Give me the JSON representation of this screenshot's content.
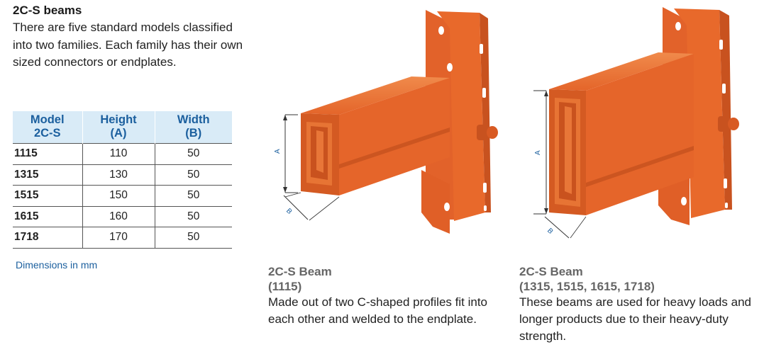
{
  "heading": "2C-S beams",
  "intro": "There are five standard models classified into two families. Each family has their own sized connectors or endplates.",
  "table": {
    "headers": [
      {
        "line1": "Model",
        "line2": "2C-S"
      },
      {
        "line1": "Height",
        "line2": "(A)"
      },
      {
        "line1": "Width",
        "line2": "(B)"
      }
    ],
    "rows": [
      {
        "model": "1115",
        "height": "110",
        "width": "50"
      },
      {
        "model": "1315",
        "height": "130",
        "width": "50"
      },
      {
        "model": "1515",
        "height": "150",
        "width": "50"
      },
      {
        "model": "1615",
        "height": "160",
        "width": "50"
      },
      {
        "model": "1718",
        "height": "170",
        "width": "50"
      }
    ]
  },
  "note": "Dimensions in mm",
  "figures": [
    {
      "dim_a": "A",
      "dim_b": "B",
      "title_line1": "2C-S Beam",
      "title_line2": "(1115)",
      "body": "Made out of two C-shaped profiles fit into each other and welded to the endplate."
    },
    {
      "dim_a": "A",
      "dim_b": "B",
      "title_line1": "2C-S Beam",
      "title_line2": "(1315, 1515, 1615, 1718)",
      "body": "These beams are used for heavy loads and longer products due to their heavy-duty strength."
    }
  ],
  "colors": {
    "accent_blue": "#1b5f9e",
    "header_bg": "#d9ebf7",
    "beam_orange": "#e8692b"
  }
}
